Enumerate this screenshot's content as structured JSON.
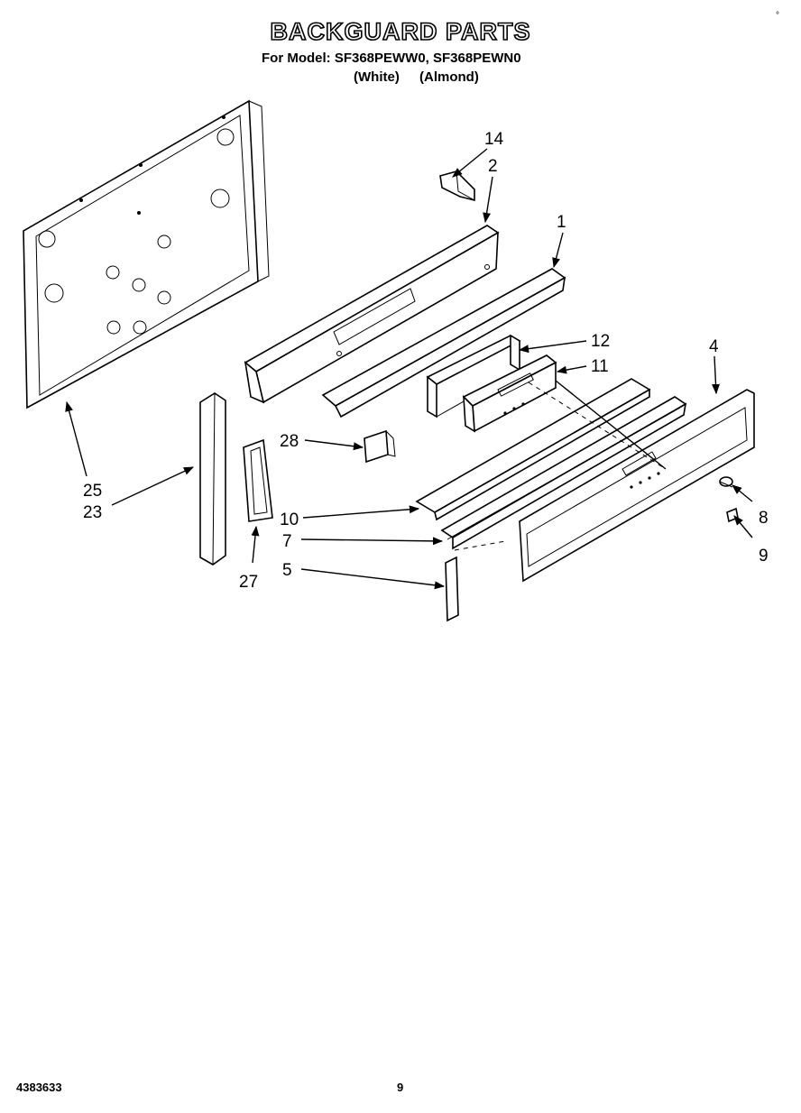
{
  "header": {
    "title": "BACKGUARD PARTS",
    "subtitle": "For Model: SF368PEWW0, SF368PEWN0",
    "variants": [
      "(White)",
      "(Almond)"
    ]
  },
  "footer": {
    "doc_number": "4383633",
    "page_number": "9"
  },
  "corner_mark": "°",
  "callouts": [
    "14",
    "2",
    "1",
    "12",
    "11",
    "4",
    "28",
    "25",
    "23",
    "10",
    "8",
    "7",
    "9",
    "5",
    "27"
  ]
}
